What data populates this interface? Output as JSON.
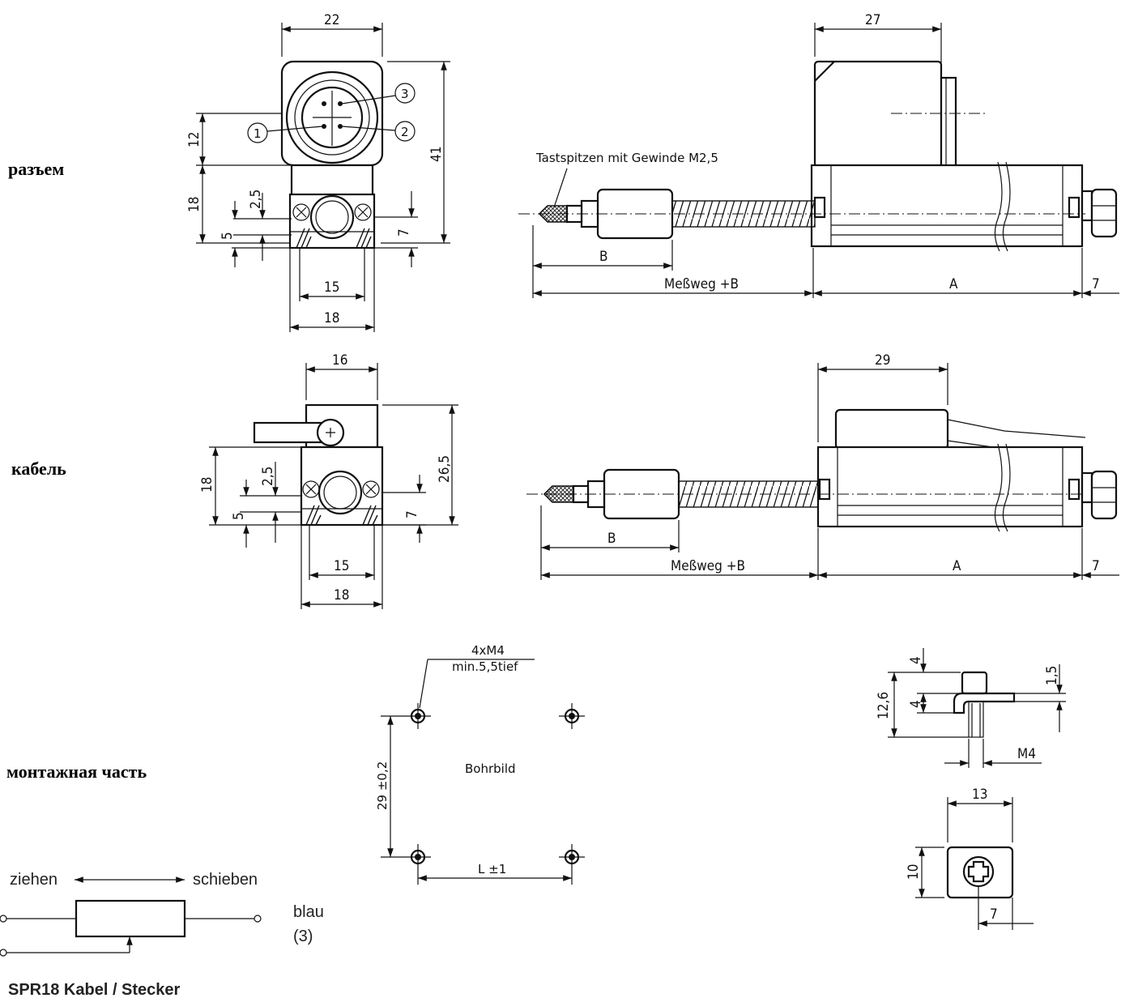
{
  "labels": {
    "connector": "разъем",
    "cable": "кабель",
    "mounting": "монтажная часть"
  },
  "connector_view": {
    "width": "22",
    "height_total": "41",
    "dim_12": "12",
    "dim_18": "18",
    "dim_25": "2,5",
    "dim_5": "5",
    "dim_7": "7",
    "dim_15": "15",
    "dim_18b": "18",
    "pin_1": "1",
    "pin_2": "2",
    "pin_3": "3"
  },
  "connector_side": {
    "dim_27": "27",
    "tip_note": "Tastspitzen mit Gewinde M2,5",
    "dim_B": "B",
    "dim_stroke": "Meßweg +B",
    "dim_A": "A",
    "dim_7": "7"
  },
  "cable_view": {
    "width": "16",
    "height_total": "26,5",
    "dim_18": "18",
    "dim_25": "2,5",
    "dim_5": "5",
    "dim_7": "7",
    "dim_15": "15",
    "dim_18b": "18"
  },
  "cable_side": {
    "dim_29": "29",
    "dim_B": "B",
    "dim_stroke": "Meßweg +B",
    "dim_A": "A",
    "dim_7": "7"
  },
  "drill_pattern": {
    "hole_note_1": "4xM4",
    "hole_note_2": "min.5,5tief",
    "center_label": "Bohrbild",
    "dim_vertical": "29 ±0,2",
    "dim_L": "L ±1"
  },
  "mount_part": {
    "dim_4a": "4",
    "dim_15": "1,5",
    "dim_126": "12,6",
    "dim_4b": "4",
    "dim_M4": "M4",
    "dim_13": "13",
    "dim_10": "10",
    "dim_7": "7"
  },
  "wiring": {
    "pull": "ziehen",
    "push": "schieben",
    "wire_color": "blau",
    "wire_pin": "(3)",
    "caption": "SPR18 Kabel / Stecker"
  }
}
